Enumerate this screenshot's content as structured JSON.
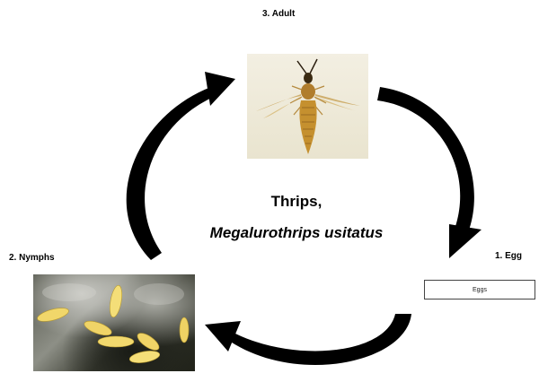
{
  "stages": {
    "adult": "3. Adult",
    "egg": "1. Egg",
    "nymphs": "2. Nymphs"
  },
  "title": {
    "main": "Thrips,",
    "scientific": "Megalurothrips usitatus"
  },
  "eggs_box_label": "Eggs"
}
